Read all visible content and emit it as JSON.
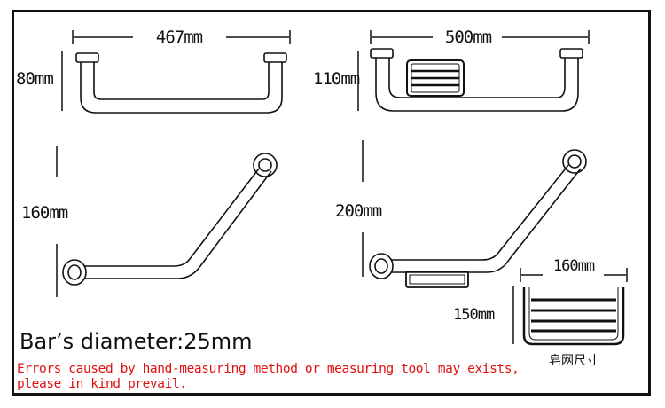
{
  "dimensions": {
    "bar1_width": "467mm",
    "bar1_height": "80mm",
    "bar2_width": "500mm",
    "bar2_height": "110mm",
    "bar3_height": "160mm",
    "bar4_height": "200mm",
    "soap_width": "160mm",
    "soap_height": "150mm"
  },
  "captions": {
    "soap_net_size": "皂网尺寸",
    "diameter": "Bar’s diameter:25mm",
    "note_line1": "Errors caused by hand-measuring method or measuring tool may exists,",
    "note_line2": "please in kind prevail."
  },
  "colors": {
    "line": "#111111",
    "note": "#e01010"
  }
}
